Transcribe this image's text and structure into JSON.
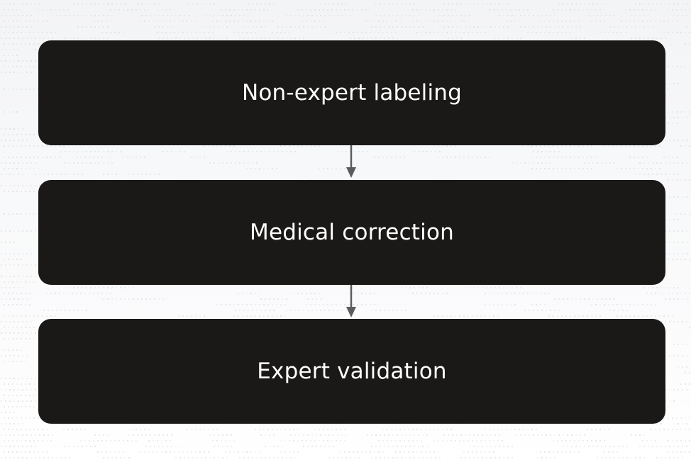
{
  "colors": {
    "box_fill": "#1b1918",
    "box_text": "#ffffff",
    "arrow": "#5c5c5c"
  },
  "flow": {
    "steps": [
      {
        "label": "Non-expert labeling"
      },
      {
        "label": "Medical correction"
      },
      {
        "label": "Expert validation"
      }
    ],
    "connectors": [
      {
        "from": "Non-expert labeling",
        "to": "Medical correction"
      },
      {
        "from": "Medical correction",
        "to": "Expert validation"
      }
    ]
  }
}
